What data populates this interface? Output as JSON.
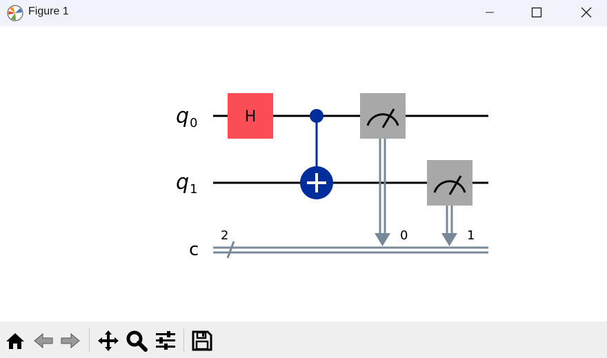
{
  "window": {
    "title": "Figure 1",
    "controls": [
      "minimize",
      "maximize",
      "close"
    ]
  },
  "circuit": {
    "qubits": [
      {
        "label": "q",
        "index": "0"
      },
      {
        "label": "q",
        "index": "1"
      }
    ],
    "classical_register": {
      "label": "c",
      "size": "2"
    },
    "gates": [
      {
        "name": "H",
        "type": "hadamard",
        "qubit": 0,
        "color": "#fa4d56"
      },
      {
        "name": "CNOT",
        "type": "cx",
        "control": 0,
        "target": 1,
        "color": "#002d9c"
      },
      {
        "name": "Measure",
        "type": "measure",
        "qubit": 0,
        "clbit": "0",
        "color": "#a8a8a8"
      },
      {
        "name": "Measure",
        "type": "measure",
        "qubit": 1,
        "clbit": "1",
        "color": "#a8a8a8"
      }
    ],
    "colors": {
      "wire": "#000000",
      "classical_wire": "#778899"
    }
  },
  "toolbar": {
    "buttons": [
      "home-icon",
      "back-arrow-icon",
      "forward-arrow-icon",
      "pan-icon",
      "zoom-icon",
      "configure-subplots-icon",
      "save-icon"
    ]
  }
}
